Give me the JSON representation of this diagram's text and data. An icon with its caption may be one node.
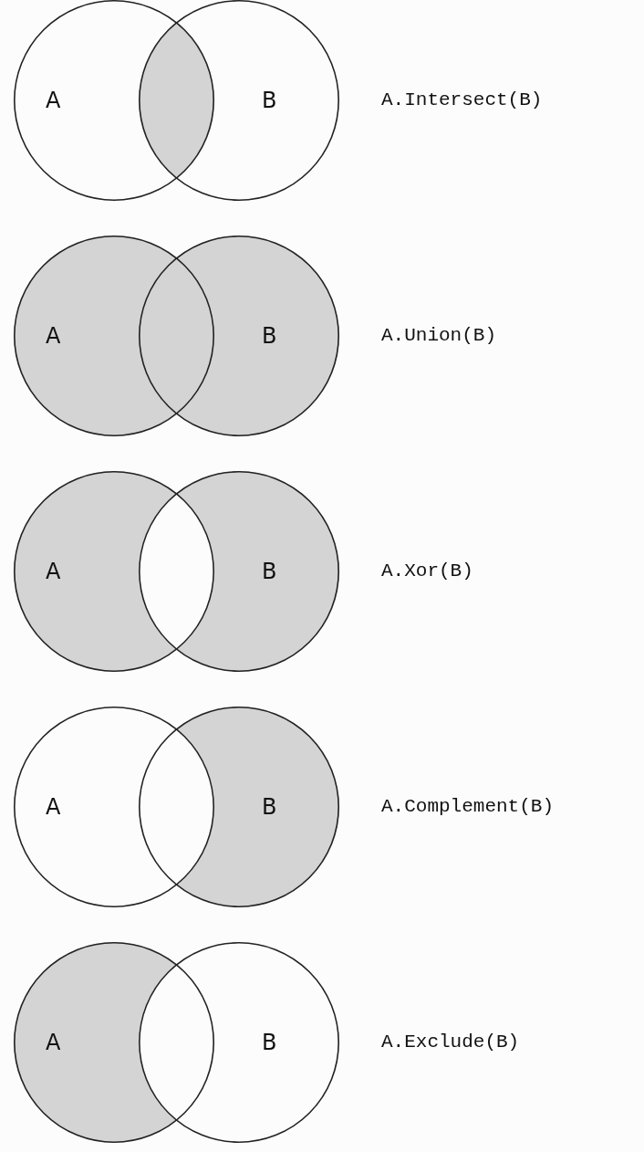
{
  "diagram": {
    "nodes": [
      {
        "text": [
          "A"
        ]
      },
      {
        "text": [
          "B"
        ]
      },
      {
        "text": [
          "A"
        ]
      },
      {
        "text": [
          "B"
        ]
      },
      {
        "text": [
          "A"
        ]
      },
      {
        "text": [
          "B"
        ]
      },
      {
        "text": [
          "A"
        ]
      },
      {
        "text": [
          "B"
        ]
      },
      {
        "text": [
          "A"
        ]
      },
      {
        "text": [
          "B"
        ]
      }
    ],
    "labels": [
      "A.Intersect(B)",
      "A.Union(B)",
      "A.Xor(B)",
      "A.Complement(B)",
      "A.Exclude(B)"
    ]
  }
}
